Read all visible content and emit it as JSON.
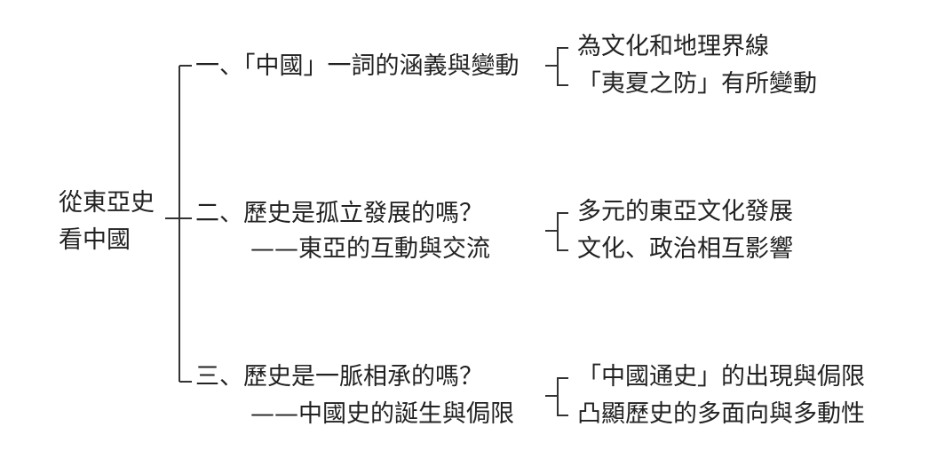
{
  "root": {
    "line1": "從東亞史",
    "line2": "看中國"
  },
  "branches": [
    {
      "title": "一、「中國」一詞的涵義與變動",
      "subtitle": "",
      "leaves": [
        "為文化和地理界線",
        "「夷夏之防」有所變動"
      ]
    },
    {
      "title": "二、歷史是孤立發展的嗎？",
      "subtitle": "——東亞的互動與交流",
      "leaves": [
        "多元的東亞文化發展",
        "文化、政治相互影響"
      ]
    },
    {
      "title": "三、歷史是一脈相承的嗎？",
      "subtitle": "——中國史的誕生與侷限",
      "leaves": [
        "「中國通史」的出現與侷限",
        "凸顯歷史的多面向與多動性"
      ]
    }
  ]
}
